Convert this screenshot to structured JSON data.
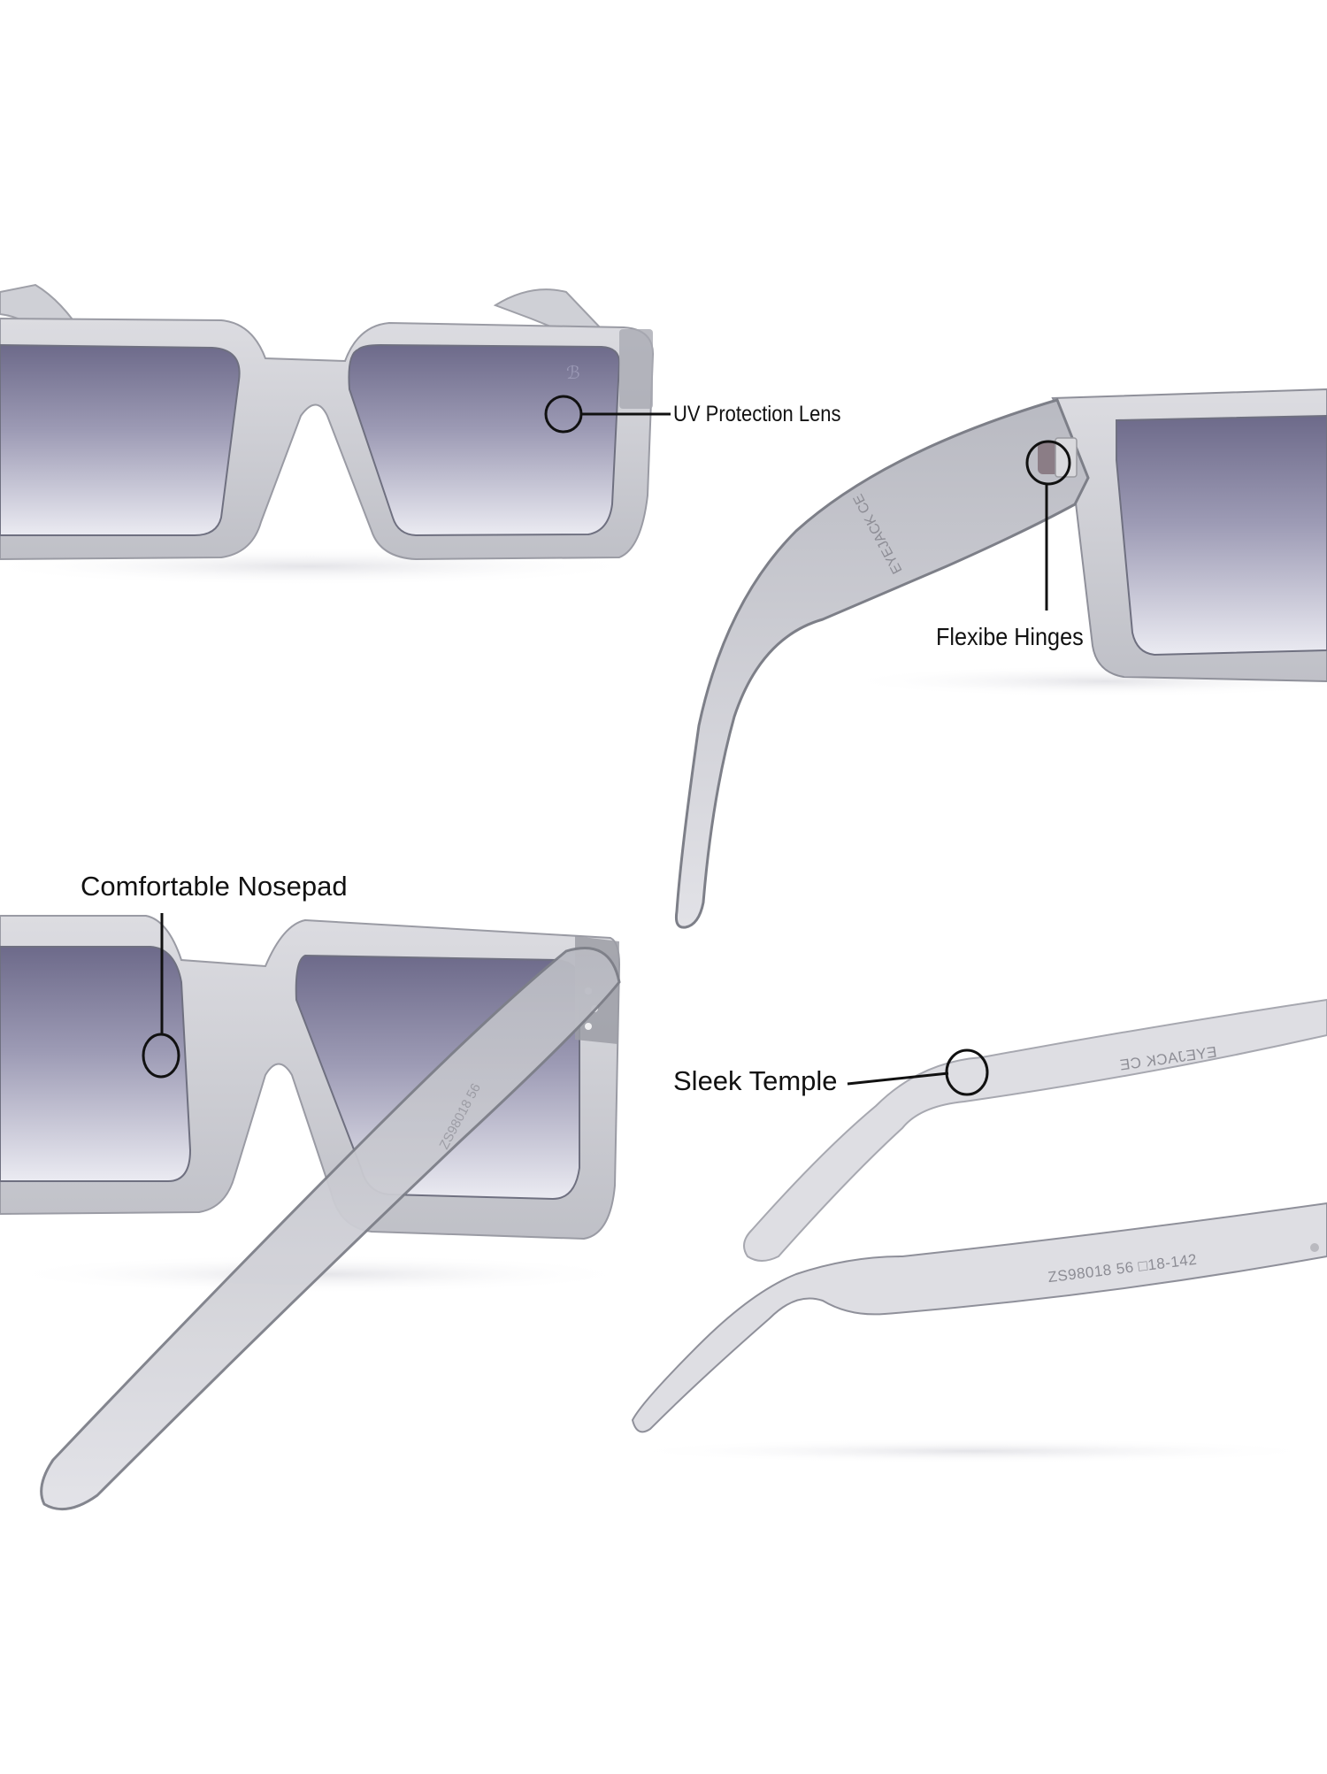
{
  "image": {
    "subject": "Grey transparent square sunglasses with gradient grey lenses — product feature collage",
    "background_color": "#ffffff",
    "frame_color": "#c9c9cf",
    "frame_edge_color": "#7d7f88",
    "lens_top_color": "#6f6c8c",
    "lens_bottom_color": "#e6e6ee",
    "callout_line_color": "#111111"
  },
  "callouts": [
    {
      "id": "uv",
      "label": "UV Protection Lens"
    },
    {
      "id": "hinge",
      "label": "Flexibe Hinges"
    },
    {
      "id": "nosepad",
      "label": "Comfortable Nosepad"
    },
    {
      "id": "temple",
      "label": "Sleek Temple"
    }
  ],
  "engravings": {
    "brand_mark": "EYEJACK CE",
    "model_spec": "ZS98018 56 □18-142"
  },
  "views": [
    {
      "id": "front-view",
      "position": "top-left"
    },
    {
      "id": "side-hinge-view",
      "position": "top-right"
    },
    {
      "id": "back-view",
      "position": "bottom-left"
    },
    {
      "id": "temples-view",
      "position": "bottom-right"
    }
  ]
}
